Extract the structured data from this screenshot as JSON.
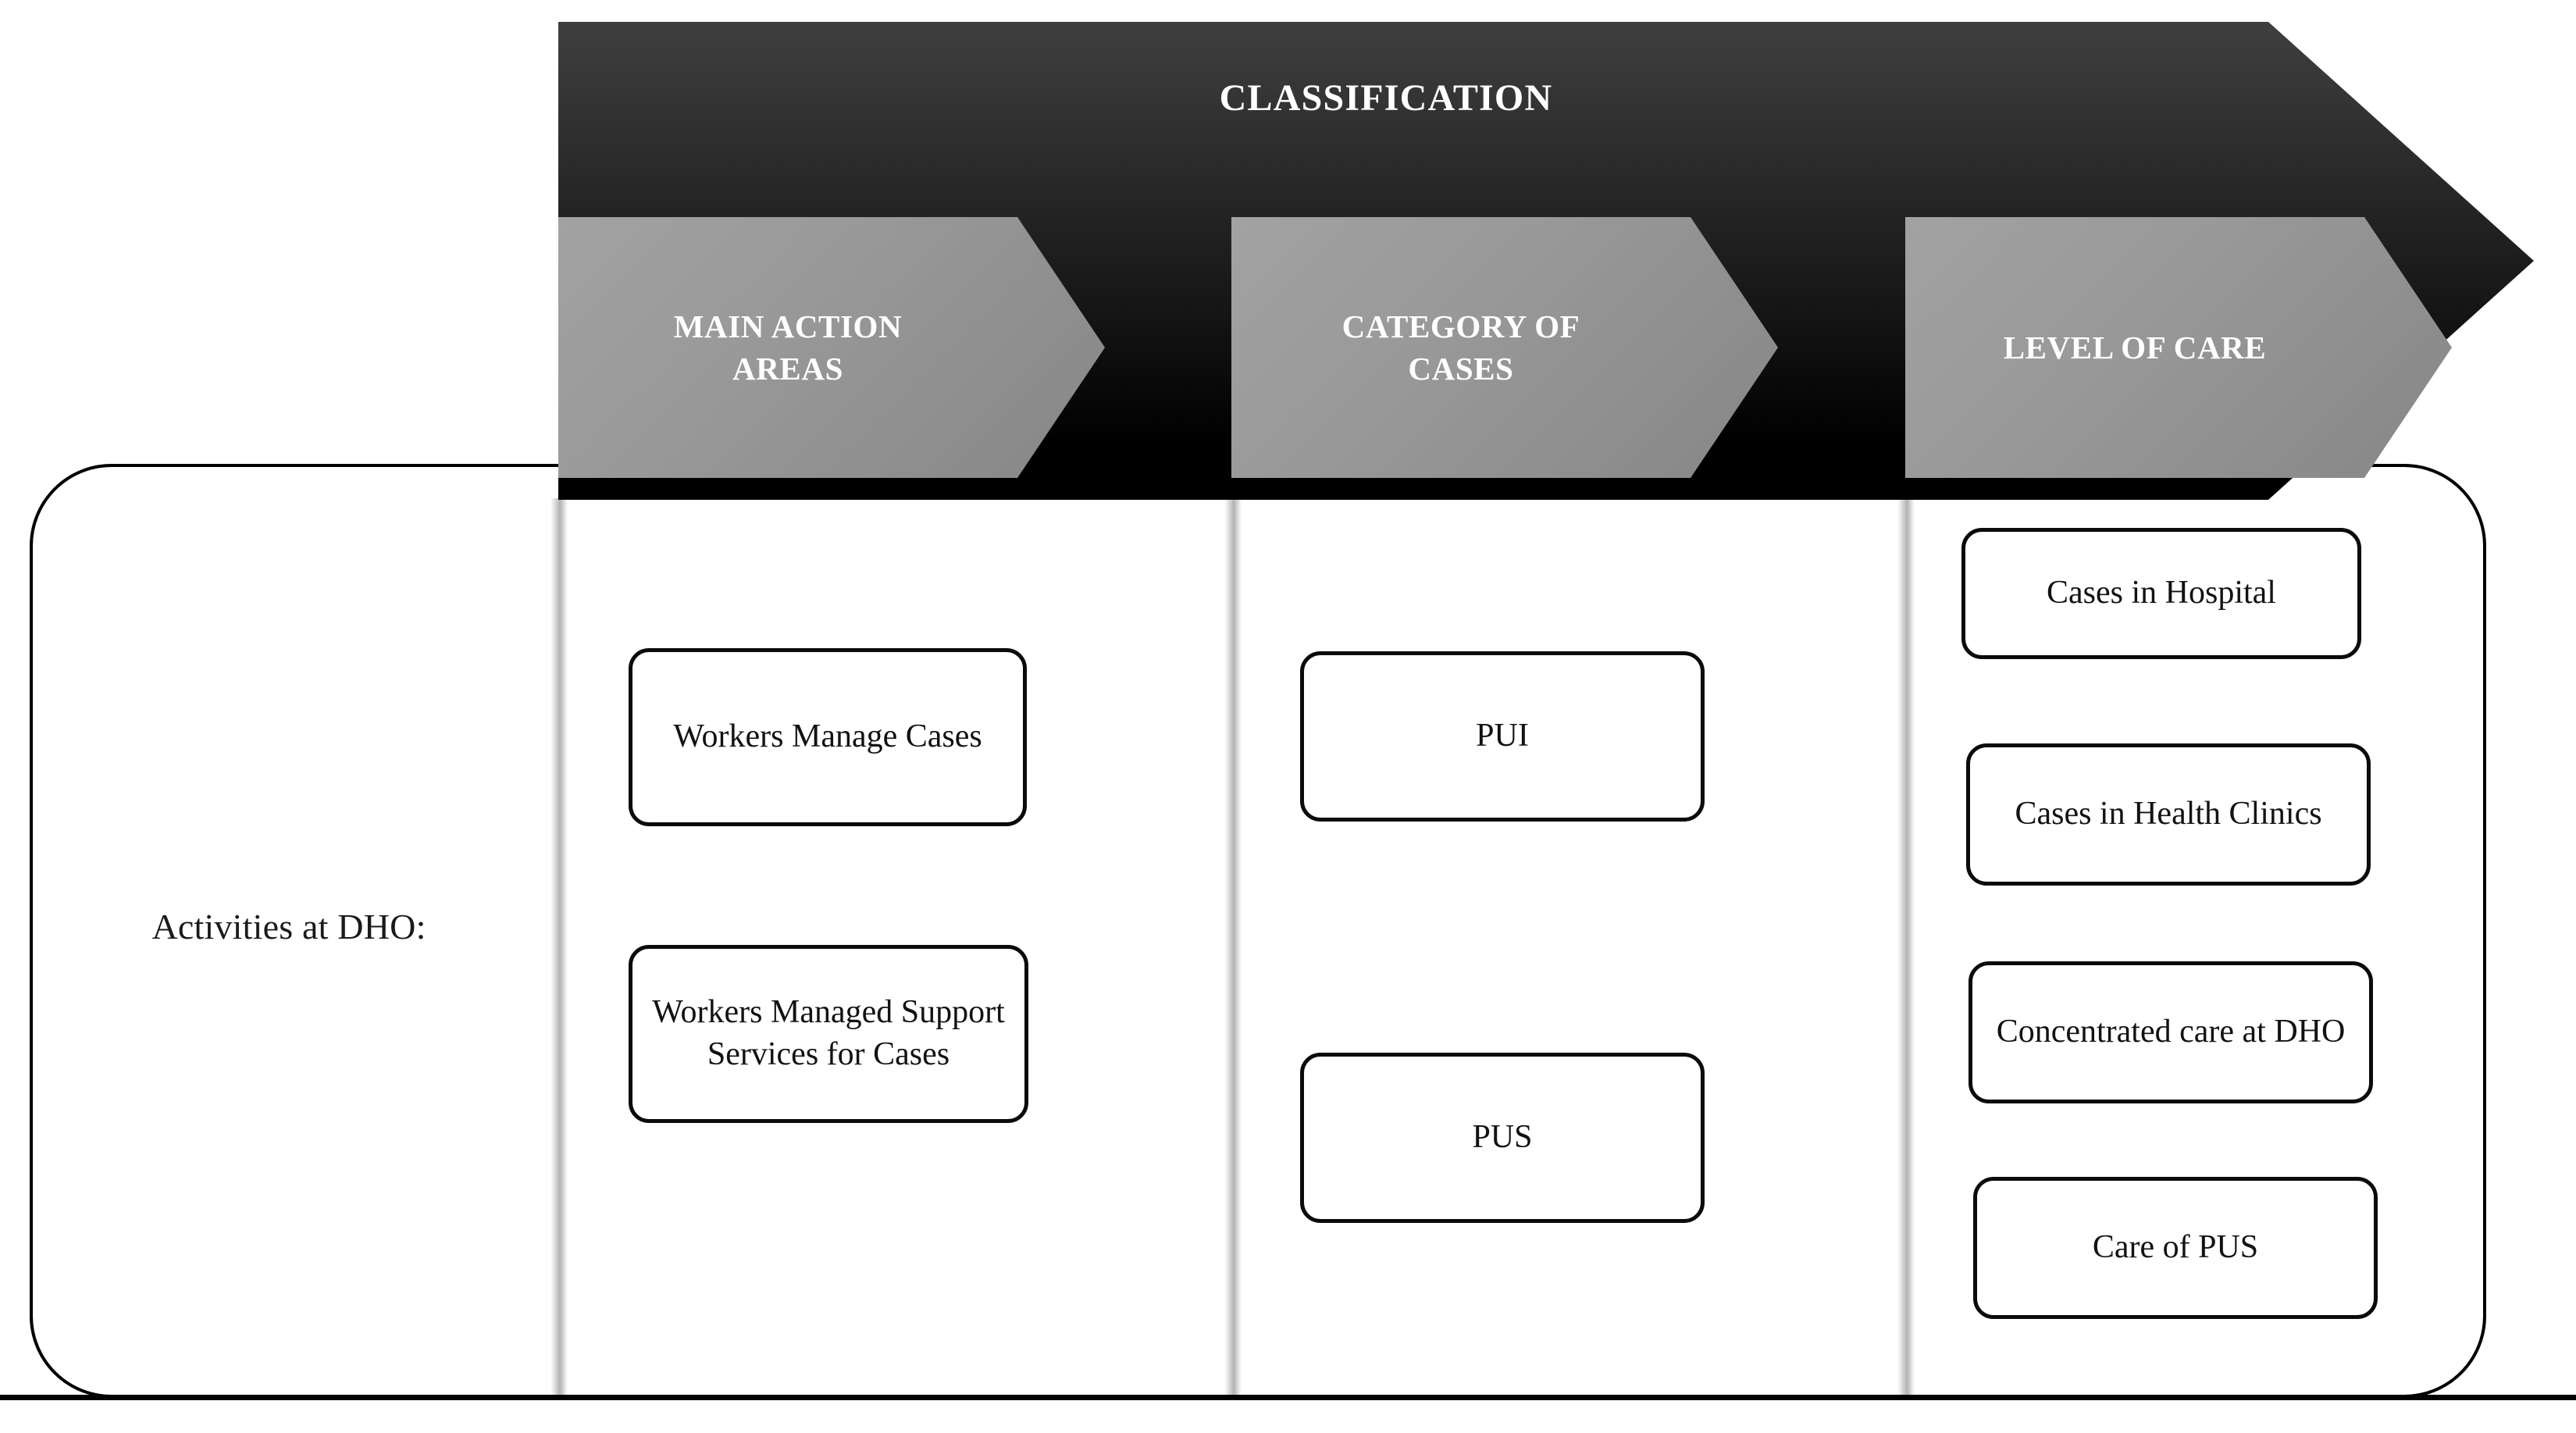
{
  "banner": {
    "title": "CLASSIFICATION"
  },
  "columns": [
    {
      "header": "MAIN ACTION\nAREAS",
      "header_lines": [
        "MAIN ACTION",
        "AREAS"
      ],
      "nodes": [
        "Workers Manage Cases",
        "Workers Managed Support Services for Cases"
      ]
    },
    {
      "header": "CATEGORY OF\nCASES",
      "header_lines": [
        "CATEGORY OF",
        "CASES"
      ],
      "nodes": [
        "PUI",
        "PUS"
      ]
    },
    {
      "header": "LEVEL OF CARE",
      "header_lines": [
        "LEVEL OF CARE"
      ],
      "nodes": [
        "Cases in Hospital",
        "Cases in Health Clinics",
        "Concentrated care at DHO",
        "Care of PUS"
      ]
    }
  ],
  "left_label": "Activities at DHO:",
  "colors": {
    "banner_top": "#3f3f3f",
    "banner_bottom": "#000000",
    "chevron_gray": "#949494",
    "text_on_dark": "#ffffff",
    "node_border": "#0b0b0b",
    "node_text": "#121212",
    "page_background": "#ffffff"
  }
}
